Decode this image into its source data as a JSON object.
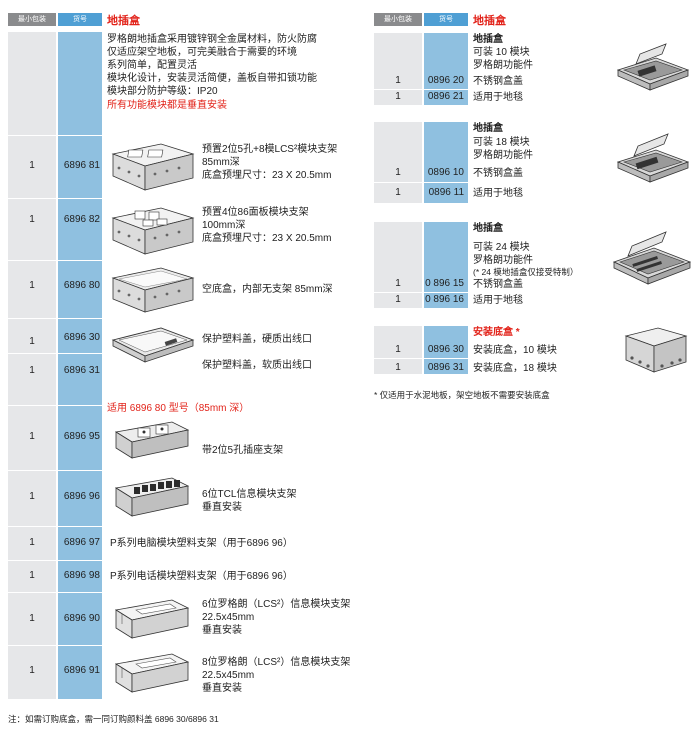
{
  "header": {
    "min_pack": "最小包装",
    "cat_no": "货号",
    "left_title": "地插盒",
    "right_title": "地插盒"
  },
  "left": {
    "intro": [
      "罗格朗地插盒采用镀锌钢全金属材料，防火防腐",
      "仅适应架空地板，可完美融合于需要的环境",
      "系列简单，配置灵活",
      "模块化设计，安装灵活简便，盖板自带扣锁功能",
      "模块部分防护等级：IP20"
    ],
    "intro_red": "所有功能模块都是垂直安装",
    "rows": [
      {
        "qty": "1",
        "code": "6896 81",
        "desc": [
          "预置2位5孔+8模LCS²模块支架",
          "85mm深",
          "底盒预埋尺寸：23 X 20.5mm"
        ],
        "icon": "box-with-sockets-image"
      },
      {
        "qty": "1",
        "code": "6896 82",
        "desc": [
          "预置4位86面板模块支架",
          "100mm深",
          "底盒预埋尺寸：23 X 20.5mm"
        ],
        "icon": "box-with-panels-image"
      },
      {
        "qty": "1",
        "code": "6896 80",
        "desc": [
          "空底盒，内部无支架  85mm深"
        ],
        "icon": "empty-box-image"
      },
      {
        "qty": "1",
        "code": "6896 30",
        "desc": [
          "保护塑料盖，硬质出线口"
        ],
        "icon": "cover-image"
      },
      {
        "qty": "1",
        "code": "6896 31",
        "desc": [
          "保护塑料盖，软质出线口"
        ],
        "icon": ""
      }
    ],
    "section_note": "适用 6896 80 型号（85mm 深）",
    "rows2": [
      {
        "qty": "1",
        "code": "6896 95",
        "desc": [
          "带2位5孔插座支架"
        ],
        "icon": "socket-bracket-image"
      },
      {
        "qty": "1",
        "code": "6896 96",
        "desc": [
          "6位TCL信息模块支架",
          "垂直安装"
        ],
        "icon": "tcl-bracket-image"
      },
      {
        "qty": "1",
        "code": "6896 97",
        "desc": [
          "P系列电脑模块塑料支架（用于6896 96）"
        ],
        "icon": ""
      },
      {
        "qty": "1",
        "code": "6896 98",
        "desc": [
          "P系列电话模块塑料支架（用于6896 96）"
        ],
        "icon": ""
      },
      {
        "qty": "1",
        "code": "6896 90",
        "desc": [
          "6位罗格朗（LCS²）信息模块支架",
          "22.5x45mm",
          "垂直安装"
        ],
        "icon": "lcs-bracket-6-image"
      },
      {
        "qty": "1",
        "code": "6896 91",
        "desc": [
          "8位罗格朗（LCS²）信息模块支架",
          "22.5x45mm",
          "垂直安装"
        ],
        "icon": "lcs-bracket-8-image"
      }
    ],
    "footnote": "注：如需订购底盒，需一同订购颜料盖 6896 30/6896 31"
  },
  "right": {
    "blocks": [
      {
        "title": "地插盒",
        "lines": [
          "可装 10 模块",
          "罗格朗功能件"
        ],
        "rows": [
          {
            "qty": "1",
            "code": "0896 20",
            "desc": "不锈钢盒盖"
          },
          {
            "qty": "1",
            "code": "0896 21",
            "desc": "适用于地毯"
          }
        ]
      },
      {
        "title": "地插盒",
        "lines": [
          "可装 18 模块",
          "罗格朗功能件"
        ],
        "rows": [
          {
            "qty": "1",
            "code": "0896 10",
            "desc": "不锈钢盒盖"
          },
          {
            "qty": "1",
            "code": "0896 11",
            "desc": "适用于地毯"
          }
        ]
      },
      {
        "title": "地插盒",
        "lines": [
          "可装 24 模块",
          "罗格朗功能件",
          "(* 24 模地插盒仅接受特制）"
        ],
        "rows": [
          {
            "qty": "1",
            "code": "0 896 15",
            "desc": "不锈钢盒盖"
          },
          {
            "qty": "1",
            "code": "0 896 16",
            "desc": "适用于地毯"
          }
        ]
      },
      {
        "title": "安装底盒 *",
        "lines": [],
        "rows": [
          {
            "qty": "1",
            "code": "0896 30",
            "desc": "安装底盒，10 模块"
          },
          {
            "qty": "1",
            "code": "0896 31",
            "desc": "安装底盒，18 模块"
          }
        ]
      }
    ],
    "note": "* 仅适用于水泥地板，架空地板不需要安装底盒"
  }
}
